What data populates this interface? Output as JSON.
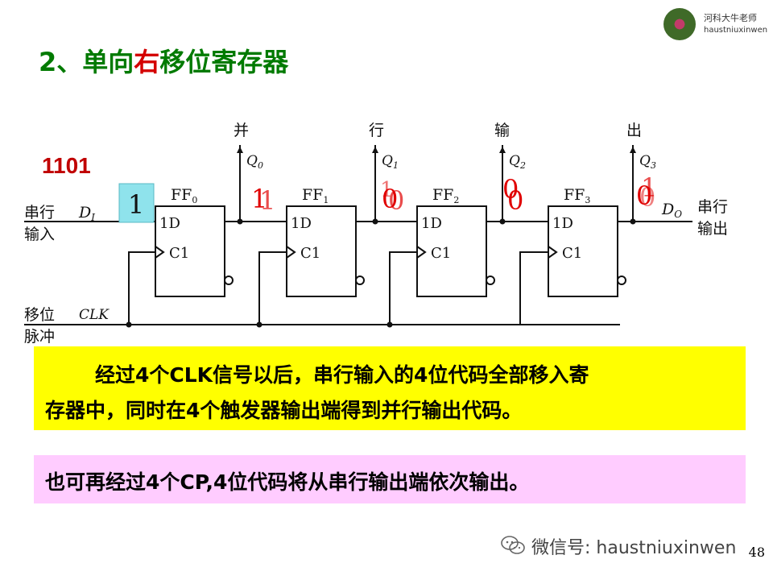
{
  "header": {
    "title_prefix": "2、单向",
    "title_highlight": "右",
    "title_suffix": "移位寄存器"
  },
  "logo": {
    "line1": "河科大牛老师",
    "line2": "haustniuxinwen"
  },
  "diagram": {
    "sequence_label": "1101",
    "input_bit": "1",
    "serial_in_label_1": "串行",
    "serial_in_label_2": "输入",
    "shift_label_1": "移位",
    "shift_label_2": "脉冲",
    "serial_out_label_1": "串行",
    "serial_out_label_2": "输出",
    "parallel_out_chars": [
      "并",
      "行",
      "输",
      "出"
    ],
    "d_in": "D",
    "d_in_sub": "I",
    "d_out": "D",
    "d_out_sub": "O",
    "clk": "CLK",
    "flipflops": [
      {
        "name": "FF",
        "sub": "0",
        "d": "1D",
        "c": "C1",
        "q": "Q",
        "q_sub": "0"
      },
      {
        "name": "FF",
        "sub": "1",
        "d": "1D",
        "c": "C1",
        "q": "Q",
        "q_sub": "1"
      },
      {
        "name": "FF",
        "sub": "2",
        "d": "1D",
        "c": "C1",
        "q": "Q",
        "q_sub": "2"
      },
      {
        "name": "FF",
        "sub": "3",
        "d": "1D",
        "c": "C1",
        "q": "Q",
        "q_sub": "3"
      }
    ],
    "red_digits": [
      "1",
      "1",
      "0",
      "0",
      "1",
      "0",
      "0",
      "0",
      "1",
      "0"
    ],
    "colors": {
      "wire": "#111111",
      "digit": "#e00000",
      "input_box": "#8fe3ec",
      "sequence": "#c00000"
    }
  },
  "notes": {
    "yellow_line1": "经过4个CLK信号以后，串行输入的4位代码全部移入寄",
    "yellow_line2": "存器中，同时在4个触发器输出端得到并行输出代码。",
    "pink_line": "也可再经过4个CP,4位代码将从串行输出端依次输出。"
  },
  "footer": {
    "watermark": "微信号: haustniuxinwen",
    "page_number": "48"
  }
}
